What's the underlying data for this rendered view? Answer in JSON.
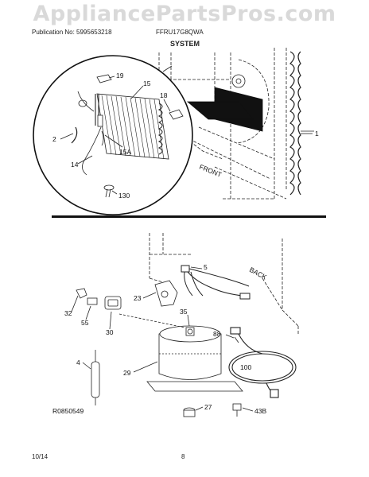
{
  "watermark": "AppliancePartsPros.com",
  "header": {
    "publication": "Publication No: 5995653218",
    "model": "FFRU17G8QWA",
    "section": "SYSTEM"
  },
  "labels": {
    "l19": "19",
    "l15": "15",
    "l18": "18",
    "l2": "2",
    "l15a": "15A",
    "l14": "14",
    "l130": "130",
    "l1": "1",
    "front": "FRONT",
    "l5": "5",
    "back": "BACK",
    "l23": "23",
    "l35": "35",
    "l32": "32",
    "l55": "55",
    "l30": "30",
    "l88": "88",
    "l4": "4",
    "l29": "29",
    "l100": "100",
    "l27": "27",
    "l43b": "43B",
    "ref": "R0850549"
  },
  "footer": {
    "date": "10/14",
    "page": "8"
  }
}
